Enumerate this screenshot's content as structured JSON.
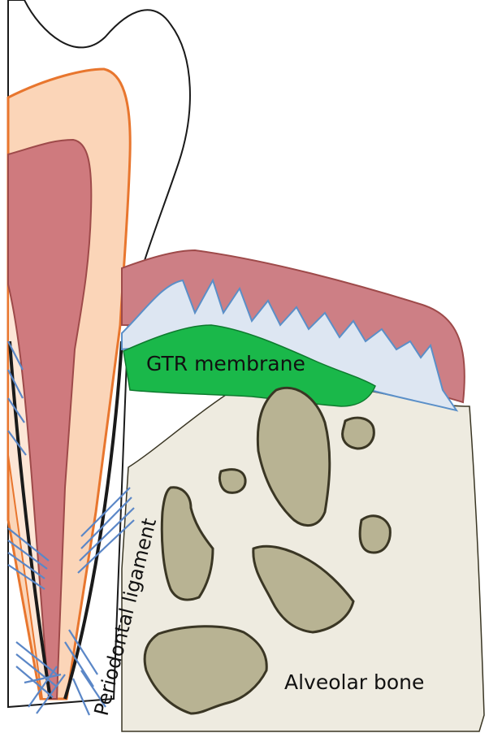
{
  "labels": {
    "membrane": "GTR membrane",
    "ligament": "Periodontal ligament",
    "bone": "Alveolar bone"
  },
  "colors": {
    "background": "#ffffff",
    "enamel": "#ffffff",
    "dentin": "#fbd5b8",
    "dentin_edge": "#e8762e",
    "dentin_inner": "#fde6d6",
    "pulp": "#cf7a7e",
    "pulp_edge": "#9e4a4a",
    "gum": "#cd7f85",
    "epithelium": "#dde6f2",
    "epithelium_edge": "#5a8fc8",
    "membrane": "#1ab84a",
    "bone": "#eeebe0",
    "bone_edge": "#3a3624",
    "particle": "#b8b393",
    "fibers": "#5b87c7",
    "outline": "#1a1a1a"
  },
  "icons": [
    "tooth-crown",
    "dentin-layer",
    "pulp-chamber",
    "gingiva",
    "bone-particles",
    "ligament-fibers"
  ]
}
